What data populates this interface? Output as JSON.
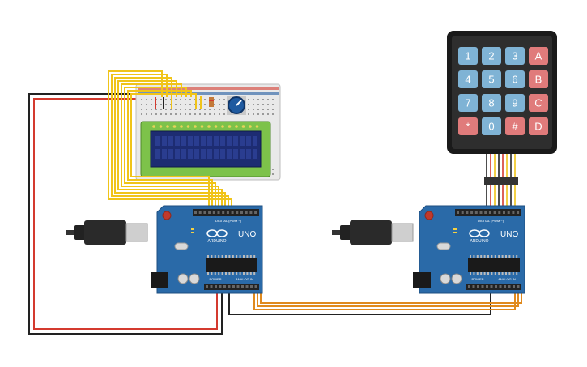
{
  "keypad": {
    "keys": [
      "1",
      "2",
      "3",
      "A",
      "4",
      "5",
      "6",
      "B",
      "7",
      "8",
      "9",
      "C",
      "*",
      "0",
      "#",
      "D"
    ],
    "number_color": "#7fb3d5",
    "letter_color": "#e07b7b"
  },
  "arduino_left": {
    "logo": "ARDUINO",
    "model": "UNO",
    "digital_label": "DIGITAL (PWM ~)",
    "power_label": "POWER",
    "analog_label": "ANALOG IN"
  },
  "arduino_right": {
    "logo": "ARDUINO",
    "model": "UNO",
    "digital_label": "DIGITAL (PWM ~)",
    "power_label": "POWER",
    "analog_label": "ANALOG IN"
  },
  "colors": {
    "board": "#2a6aa8",
    "wire_red": "#d43a2f",
    "wire_black": "#222222",
    "wire_yellow": "#f0c419",
    "wire_orange": "#e08a1e",
    "lcd_green": "#7dc24a",
    "lcd_screen": "#1d2c72",
    "potentiometer": "#1f5aa0"
  }
}
